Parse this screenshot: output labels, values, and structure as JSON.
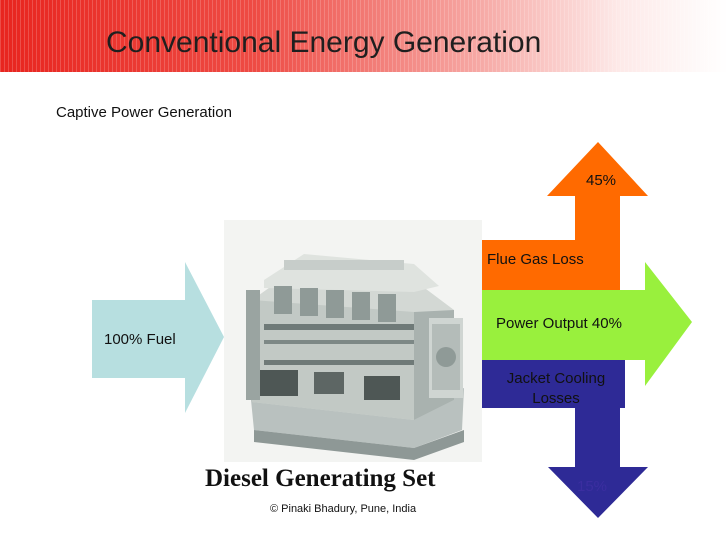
{
  "title": "Conventional Energy Generation",
  "subtitle": "Captive Power Generation",
  "input": {
    "label": "100% Fuel",
    "color": "#b7dfe0"
  },
  "flue": {
    "label": "Flue Gas Loss",
    "percent": "45%",
    "color": "#ff6a00"
  },
  "power": {
    "label": "Power Output 40%",
    "color": "#99f03d"
  },
  "jacket": {
    "label": "Jacket Cooling Losses",
    "percent": "15%",
    "color": "#2e2a96"
  },
  "caption": "Diesel Generating Set",
  "copyright": "© Pinaki Bhadury, Pune, India",
  "icons": {
    "generator": "diesel-generator-photo"
  }
}
